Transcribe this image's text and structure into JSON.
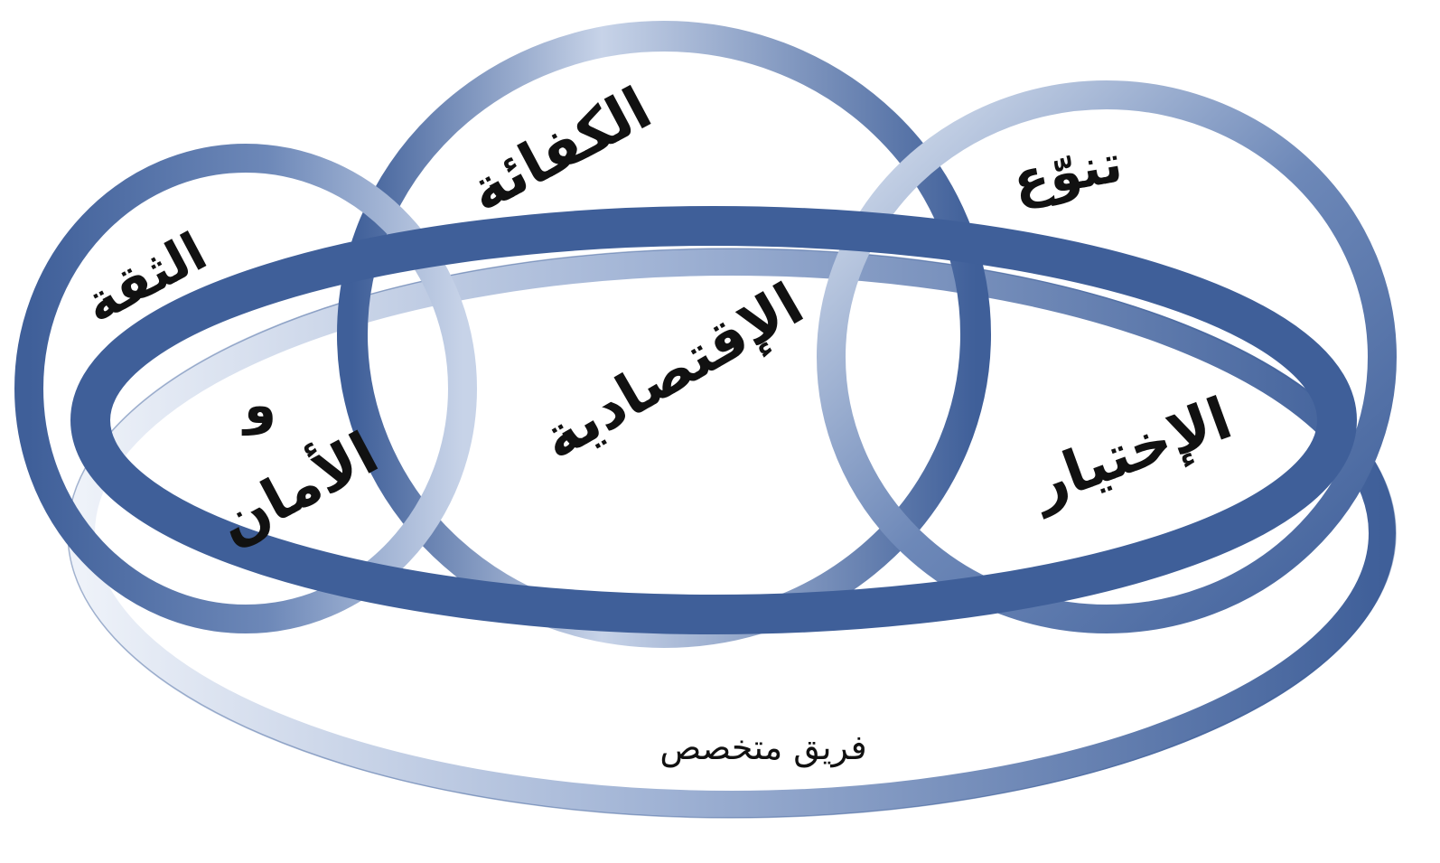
{
  "colors": {
    "ribbon_dark": "#3f5f99",
    "ribbon_mid": "#6d88b8",
    "ribbon_light": "#c7d3e8",
    "ribbon_highlight": "#eef2f9",
    "text": "#111111",
    "background": "#ffffff"
  },
  "rings": [
    {
      "id": "trust-security",
      "lines": [
        "الثقة",
        "و",
        "الأمان"
      ]
    },
    {
      "id": "efficiency",
      "lines": [
        "الكفائة"
      ]
    },
    {
      "id": "economy",
      "lines": [
        "الإقتصادية"
      ]
    },
    {
      "id": "variety-choice",
      "lines": [
        "تنوّع",
        "الإختيار"
      ]
    },
    {
      "id": "specialized-team",
      "lines": [
        "فريق متخصص"
      ]
    }
  ]
}
